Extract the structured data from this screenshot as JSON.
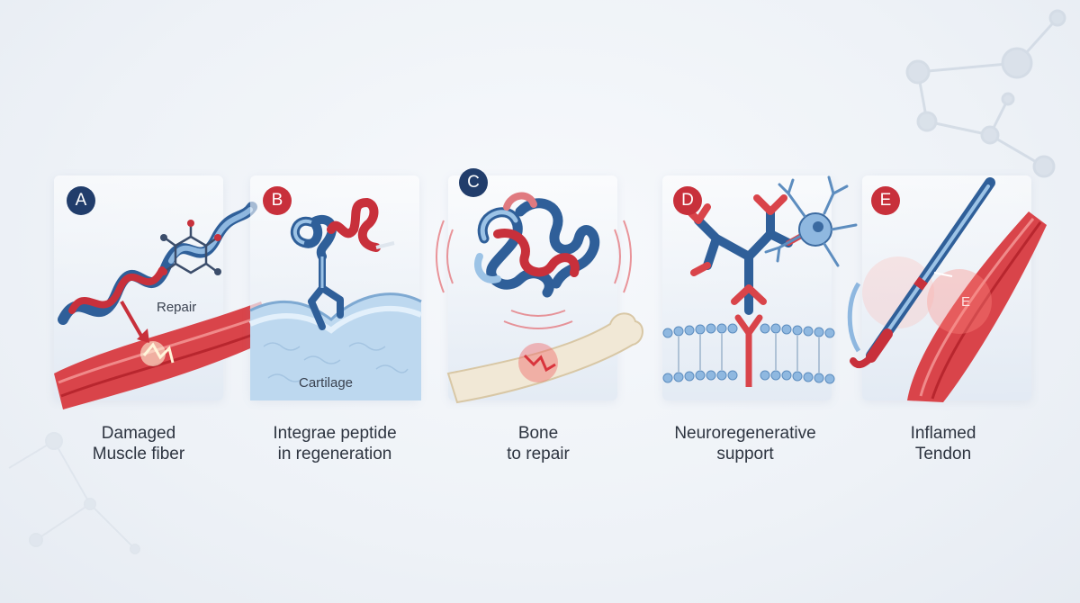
{
  "panels": [
    {
      "badge": "A",
      "badge_color": "#213d6b",
      "caption_line1": "Damaged",
      "caption_line2": "Muscle fiber",
      "inner_label": "Repair"
    },
    {
      "badge": "B",
      "badge_color": "#c8303b",
      "caption_line1": "Integrae peptide",
      "caption_line2": "in regeneration",
      "inner_label": "Cartilage"
    },
    {
      "badge": "C",
      "badge_color": "#213d6b",
      "caption_line1": "Bone",
      "caption_line2": "to repair",
      "inner_label": ""
    },
    {
      "badge": "D",
      "badge_color": "#c8303b",
      "caption_line1": "Neuroregenerative",
      "caption_line2": "support",
      "inner_label": ""
    },
    {
      "badge": "E",
      "badge_color": "#c8303b",
      "caption_line1": "Inflamed",
      "caption_line2": "Tendon",
      "inner_label": "E"
    }
  ],
  "colors": {
    "navy": "#213d6b",
    "red": "#c8303b",
    "light_blue": "#9cc3e6",
    "muscle_red": "#d9444a"
  }
}
